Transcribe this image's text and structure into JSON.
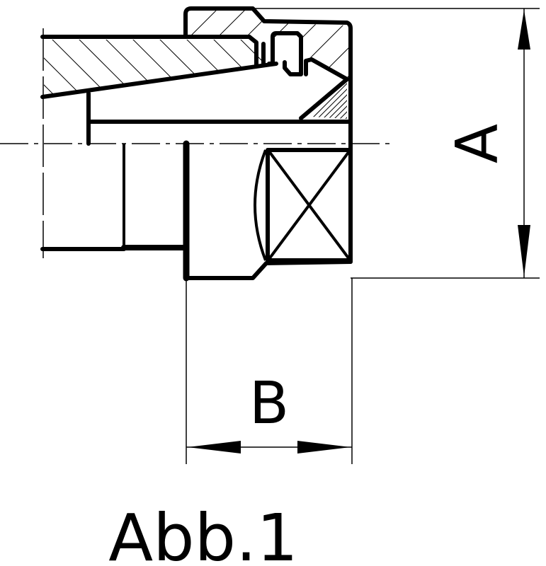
{
  "drawing": {
    "dimension_a_label": "A",
    "dimension_b_label": "B",
    "figure_caption": "Abb.1"
  }
}
